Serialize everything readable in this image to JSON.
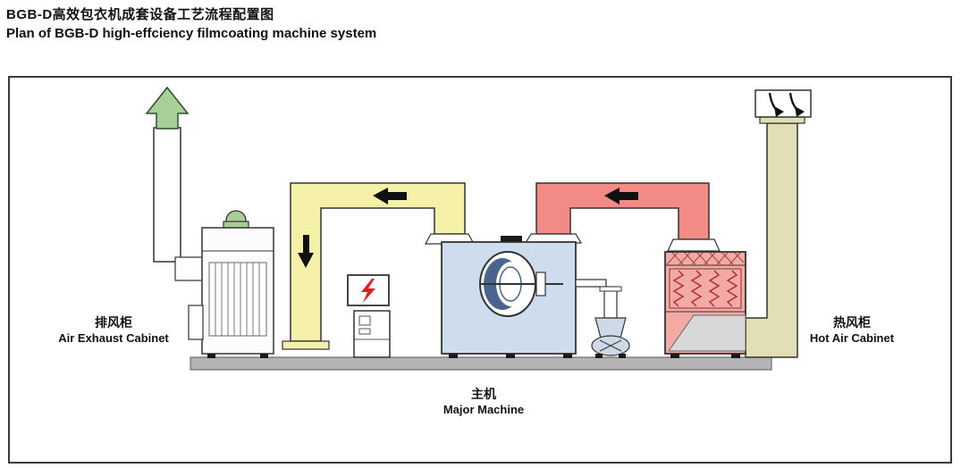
{
  "header": {
    "title_zh": "BGB-D高效包衣机成套设备工艺流程配置图",
    "title_en": "Plan of BGB-D high-effciency filmcoating machine system"
  },
  "diagram": {
    "labels": {
      "exhaust_cabinet": {
        "zh": "排风柜",
        "en": "Air Exhaust Cabinet"
      },
      "major_machine": {
        "zh": "主机",
        "en": "Major Machine"
      },
      "hot_air_cabinet": {
        "zh": "热风柜",
        "en": "Hot Air Cabinet"
      }
    },
    "colors": {
      "exhaust_arrow_green": "#a9cf96",
      "exhaust_duct_yellow": "#f6f1a8",
      "hot_duct_red": "#f28a86",
      "machine_blue": "#cdddee",
      "hot_cabinet_pink": "#f3aaa5",
      "intake_duct_tan": "#e2dfb4",
      "platform_gray": "#b4b4b4",
      "lightning_red": "#dd1f1f"
    }
  }
}
